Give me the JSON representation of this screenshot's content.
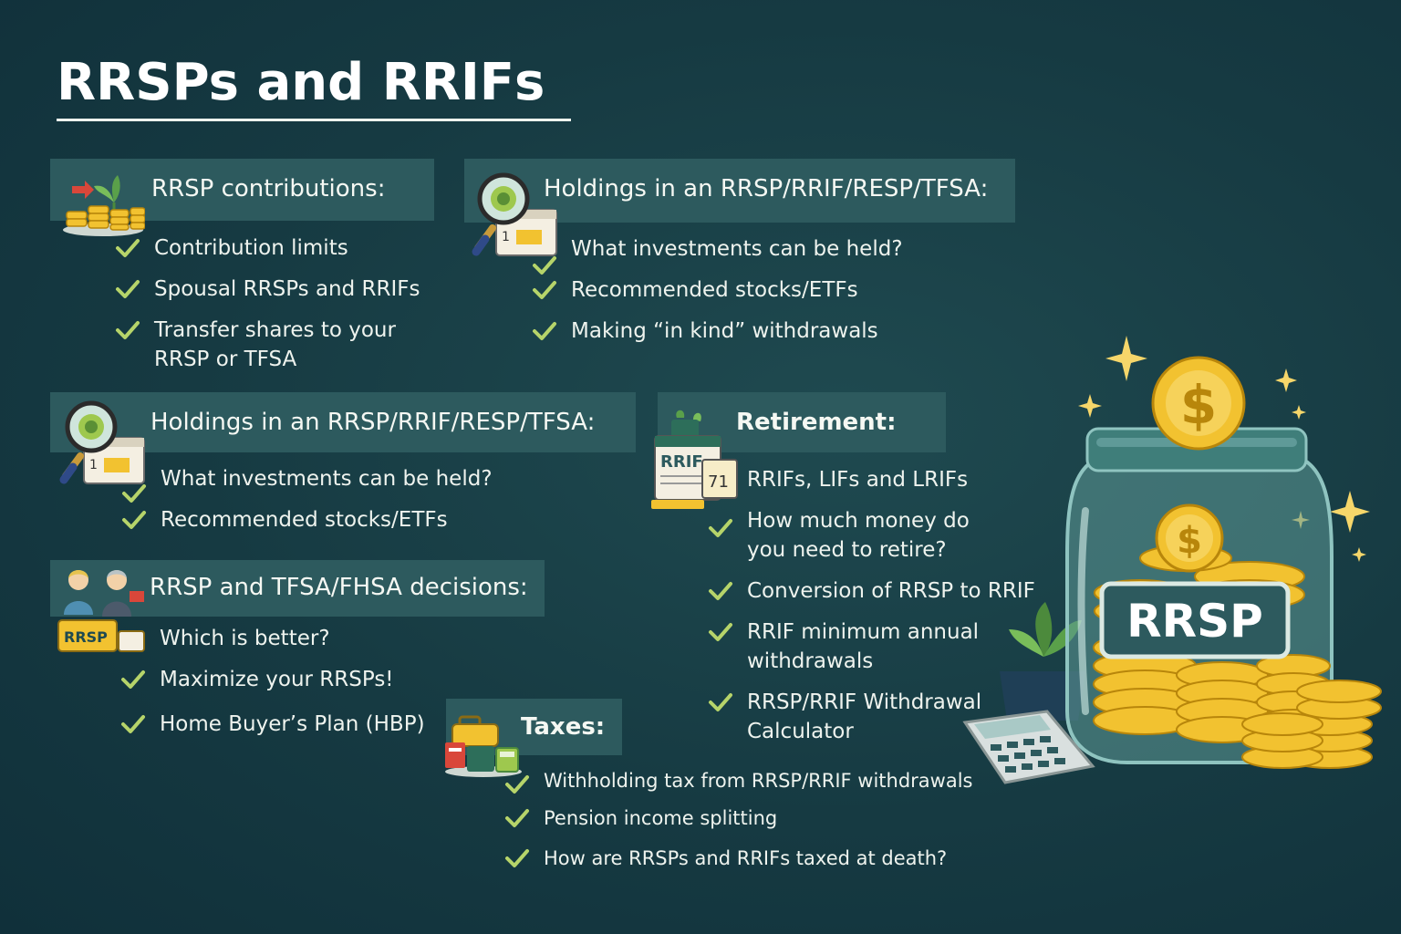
{
  "page": {
    "title": "RRSPs and RRIFs"
  },
  "sections": {
    "rrsp_contributions": {
      "heading": "RRSP contributions:",
      "icon": "coins-plant-icon",
      "items": [
        "Contribution limits",
        "Spousal RRSPs and RRIFs",
        "Transfer shares to your",
        "RRSP or TFSA"
      ]
    },
    "holdings_top": {
      "heading": "Holdings in an RRSP/RRIF/RESP/TFSA:",
      "icon": "magnifier-calendar-icon",
      "items": [
        "What investments can be held?",
        "Recommended stocks/ETFs",
        "Making “in kind” withdrawals"
      ]
    },
    "holdings_left": {
      "heading": "Holdings in an RRSP/RRIF/RESP/TFSA:",
      "icon": "magnifier-calendar-icon",
      "items": [
        "What investments can be held?",
        "Recommended stocks/ETFs"
      ]
    },
    "retirement": {
      "heading": "Retirement:",
      "icon": "rrif-calendar-icon",
      "icon_text": "RRIF",
      "icon_number": "71",
      "items": [
        "RRIFs, LIFs and LRIFs",
        "How much money do",
        "you need to retire?",
        "Conversion of RRSP to RRIF",
        "RRIF minimum annual",
        "withdrawals",
        "RRSP/RRIF Withdrawal",
        "Calculator"
      ]
    },
    "decisions": {
      "heading": "RRSP and TFSA/FHSA decisions:",
      "icon": "couple-rrsp-icon",
      "icon_text": "RRSP",
      "items": [
        "Which is better?",
        "Maximize your RRSPs!",
        "Home Buyer’s Plan (HBP)"
      ]
    },
    "taxes": {
      "heading": "Taxes:",
      "icon": "briefcase-calculator-icon",
      "items": [
        "Withholding tax from RRSP/RRIF withdrawals",
        "Pension income splitting",
        "How are RRSPs and RRIFs taxed at death?"
      ]
    }
  },
  "illustration": {
    "jar_label": "RRSP",
    "coin_symbol": "$"
  },
  "colors": {
    "background": "#163a42",
    "header_bg": "#2d5a5e",
    "check": "#b6d46a",
    "gold": "#f2c230",
    "jar": "#5f9a98"
  }
}
